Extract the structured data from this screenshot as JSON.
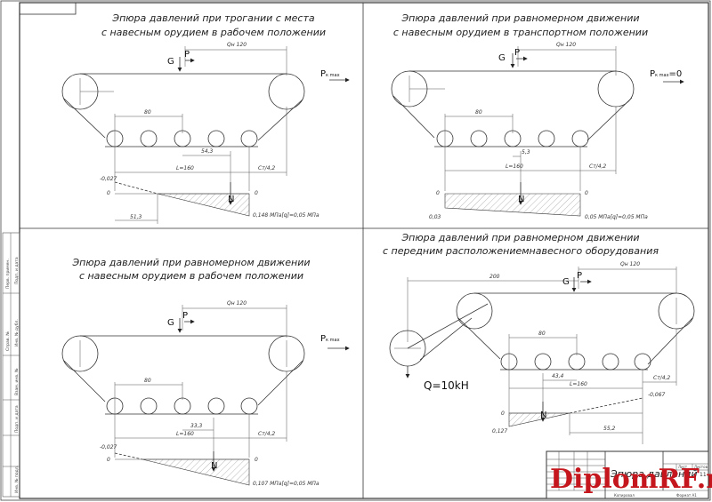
{
  "panels": [
    {
      "title_line1": "Эпюра давлений при трогании с места",
      "title_line2": "с навесным орудием в рабочем положении",
      "labels": {
        "G": "G",
        "P": "P",
        "Pk": "P",
        "Pk_sub": "к max",
        "N": "N",
        "Q": ""
      },
      "dims": {
        "qn": "Qн 120",
        "spacing": "80",
        "L": "L=160",
        "e": "54,3",
        "C": "Cт/4,2",
        "d": "51,3"
      },
      "pressure": {
        "left": "-0,027",
        "zero_left": "0",
        "zero_right": "0",
        "right": "0,148 МПа[q]=0,05 МПа"
      }
    },
    {
      "title_line1": "Эпюра давлений при равномерном движении",
      "title_line2": "с навесным орудием в транспортном положении",
      "labels": {
        "G": "G",
        "P": "P",
        "Pk": "P",
        "Pk_sub": "к max",
        "Pk_eq": "=0",
        "N": "N"
      },
      "dims": {
        "qn": "Qн 120",
        "spacing": "80",
        "L": "L=160",
        "e": "5,3",
        "C": "Cт/4,2"
      },
      "pressure": {
        "zero_left": "0",
        "zero_right": "0",
        "left": "0,03",
        "right": "0,05 МПа[q]=0,05 МПа"
      }
    },
    {
      "title_line1": "Эпюра давлений при равномерном движении",
      "title_line2": "с навесным орудием в рабочем положении",
      "labels": {
        "G": "G",
        "P": "P",
        "Pk": "P",
        "Pk_sub": "к max",
        "N": "N"
      },
      "dims": {
        "qn": "Qн 120",
        "spacing": "80",
        "L": "L=160",
        "e": "33,3",
        "C": "Cт/4,2"
      },
      "pressure": {
        "left": "-0,027",
        "zero_left": "0",
        "zero_right": "0",
        "right": "0,107 МПа[q]=0,05 МПа"
      }
    },
    {
      "title_line1": "Эпюра давлений при равномерном движении",
      "title_line2": "с передним расположениемнавесного оборудования",
      "labels": {
        "G": "G",
        "P": "P",
        "N": "N",
        "Q": "Q=10kH"
      },
      "dims": {
        "qn": "Qн 120",
        "spacing": "80",
        "L": "L=160",
        "e": "43,4",
        "C": "Cт/4,2",
        "a": "200",
        "d": "55,2"
      },
      "pressure": {
        "left": "0,127",
        "zero_left": "0",
        "right": "-0,067"
      }
    }
  ],
  "side_stamps": [
    "Подп. и дата",
    "Инв. № дубл.",
    "Взам. инв. №",
    "Подп. и дата",
    "Инв. № подл.",
    "Перв. примен.",
    "Справ. №"
  ],
  "title_block": {
    "name": "Эпюра давлений",
    "sheet_label": "Лист",
    "sheets_label": "Листов",
    "sheet_num": "11",
    "bottom1": "Копировал",
    "bottom2": "Формат A1"
  },
  "watermark": "DiplomRF.ru"
}
